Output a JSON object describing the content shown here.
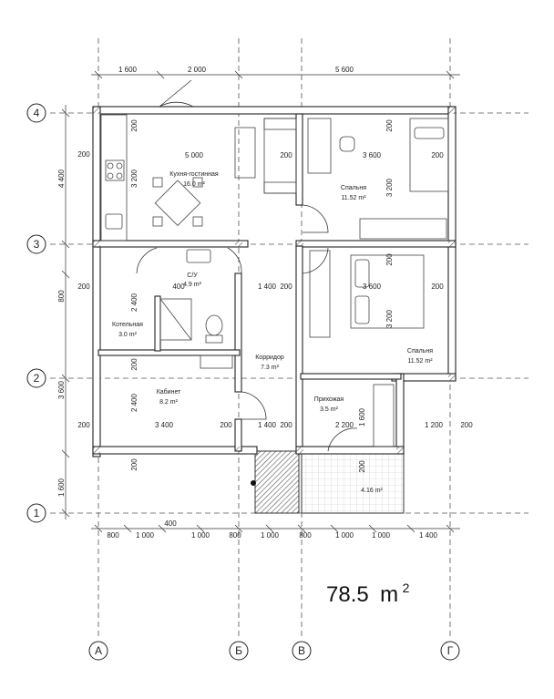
{
  "total_area": {
    "value": "78.5",
    "unit": "m",
    "sup": "2"
  },
  "axes": {
    "columns": [
      "А",
      "Б",
      "В",
      "Г"
    ],
    "rows": [
      "1",
      "2",
      "3",
      "4"
    ]
  },
  "dimensions": {
    "top": [
      "1 600",
      "2 000",
      "5 600"
    ],
    "bottom": [
      "800",
      "1 000",
      "400",
      "1 000",
      "800",
      "1 000",
      "800",
      "1 000",
      "1 000",
      "1 400"
    ],
    "left": [
      "4 400",
      "800",
      "3 600",
      "1 600"
    ],
    "interior": {
      "kitchen_width": "5 000",
      "kitchen_height": "3 200",
      "bed1_width": "3 600",
      "bed1_height": "3 200",
      "bed2_width": "3 600",
      "bed2_height": "3 200",
      "bath_left": "400",
      "bath_h": "2 400",
      "corridor_w": "1 400",
      "office_w": "3 400",
      "office_h": "2 400",
      "corridor_w2": "1 400",
      "hall_w": "2 200",
      "hall_h": "1 600",
      "porch_w": "1 200",
      "wall": "200"
    }
  },
  "rooms": {
    "kitchen": {
      "name": "Кухня-гостинная",
      "area": "16.0 m²"
    },
    "bedroom1": {
      "name": "Спальня",
      "area": "11.52 m²"
    },
    "bath": {
      "name": "С/У",
      "area": "4.9 m²"
    },
    "boiler": {
      "name": "Котельная",
      "area": "3.0 m²"
    },
    "corridor": {
      "name": "Корридор",
      "area": "7.3 m²"
    },
    "bedroom2": {
      "name": "Спальня",
      "area": "11.52 m²"
    },
    "office": {
      "name": "Кабинет",
      "area": "8.2 m²"
    },
    "hall": {
      "name": "Прихожая",
      "area": "3.5 m²"
    },
    "terrace": {
      "area": "4.16 m²"
    }
  }
}
